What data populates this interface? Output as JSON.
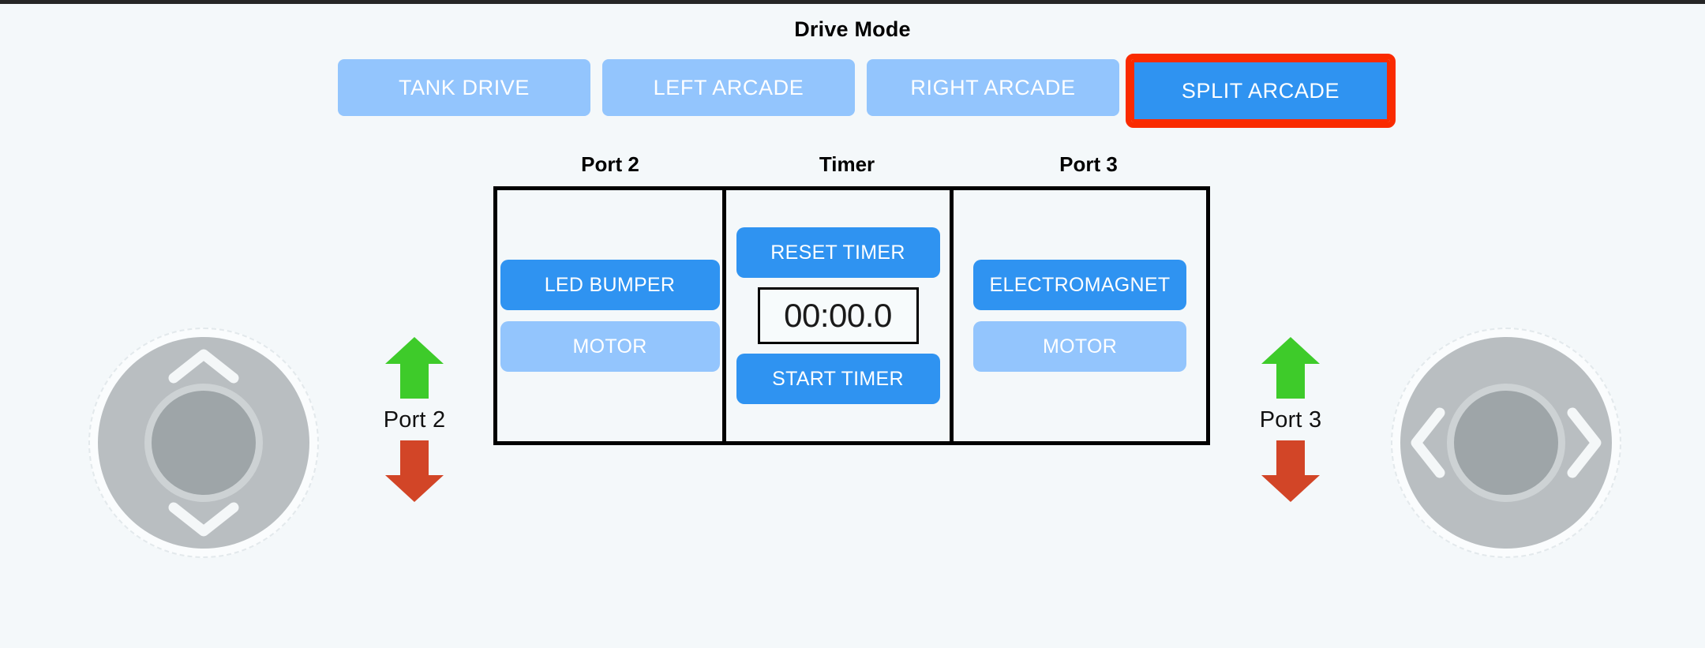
{
  "app": {
    "background_color": "#f4f8fa"
  },
  "drive_mode": {
    "title": "Drive Mode",
    "selected": "SPLIT ARCADE",
    "highlight_color": "#fa2b00",
    "active_color": "#2f93f1",
    "inactive_color": "#93c5fd",
    "buttons": [
      {
        "label": "TANK DRIVE",
        "active": false,
        "highlighted": false
      },
      {
        "label": "LEFT ARCADE",
        "active": false,
        "highlighted": false
      },
      {
        "label": "RIGHT ARCADE",
        "active": false,
        "highlighted": false
      },
      {
        "label": "SPLIT ARCADE",
        "active": true,
        "highlighted": true
      }
    ]
  },
  "panel": {
    "columns": [
      {
        "header": "Port 2",
        "buttons": [
          {
            "label": "LED BUMPER",
            "active": true
          },
          {
            "label": "MOTOR",
            "active": false
          }
        ]
      },
      {
        "header": "Timer",
        "reset_label": "RESET TIMER",
        "display_value": "00:00.0",
        "start_label": "START TIMER"
      },
      {
        "header": "Port 3",
        "buttons": [
          {
            "label": "ELECTROMAGNET",
            "active": true
          },
          {
            "label": "MOTOR",
            "active": false
          }
        ]
      }
    ]
  },
  "port_indicators": [
    {
      "label": "Port 2",
      "up_icon": "arrow-up-icon",
      "down_icon": "arrow-down-icon",
      "up_color": "#3ecb2a",
      "down_color": "#d24527"
    },
    {
      "label": "Port 3",
      "up_icon": "arrow-up-icon",
      "down_icon": "arrow-down-icon",
      "up_color": "#3ecb2a",
      "down_color": "#d24527"
    }
  ],
  "joysticks": [
    {
      "name": "left-joystick",
      "axis": "vertical",
      "chevrons": [
        "chevron-up-icon",
        "chevron-down-icon"
      ]
    },
    {
      "name": "right-joystick",
      "axis": "horizontal",
      "chevrons": [
        "chevron-left-icon",
        "chevron-right-icon"
      ]
    }
  ]
}
